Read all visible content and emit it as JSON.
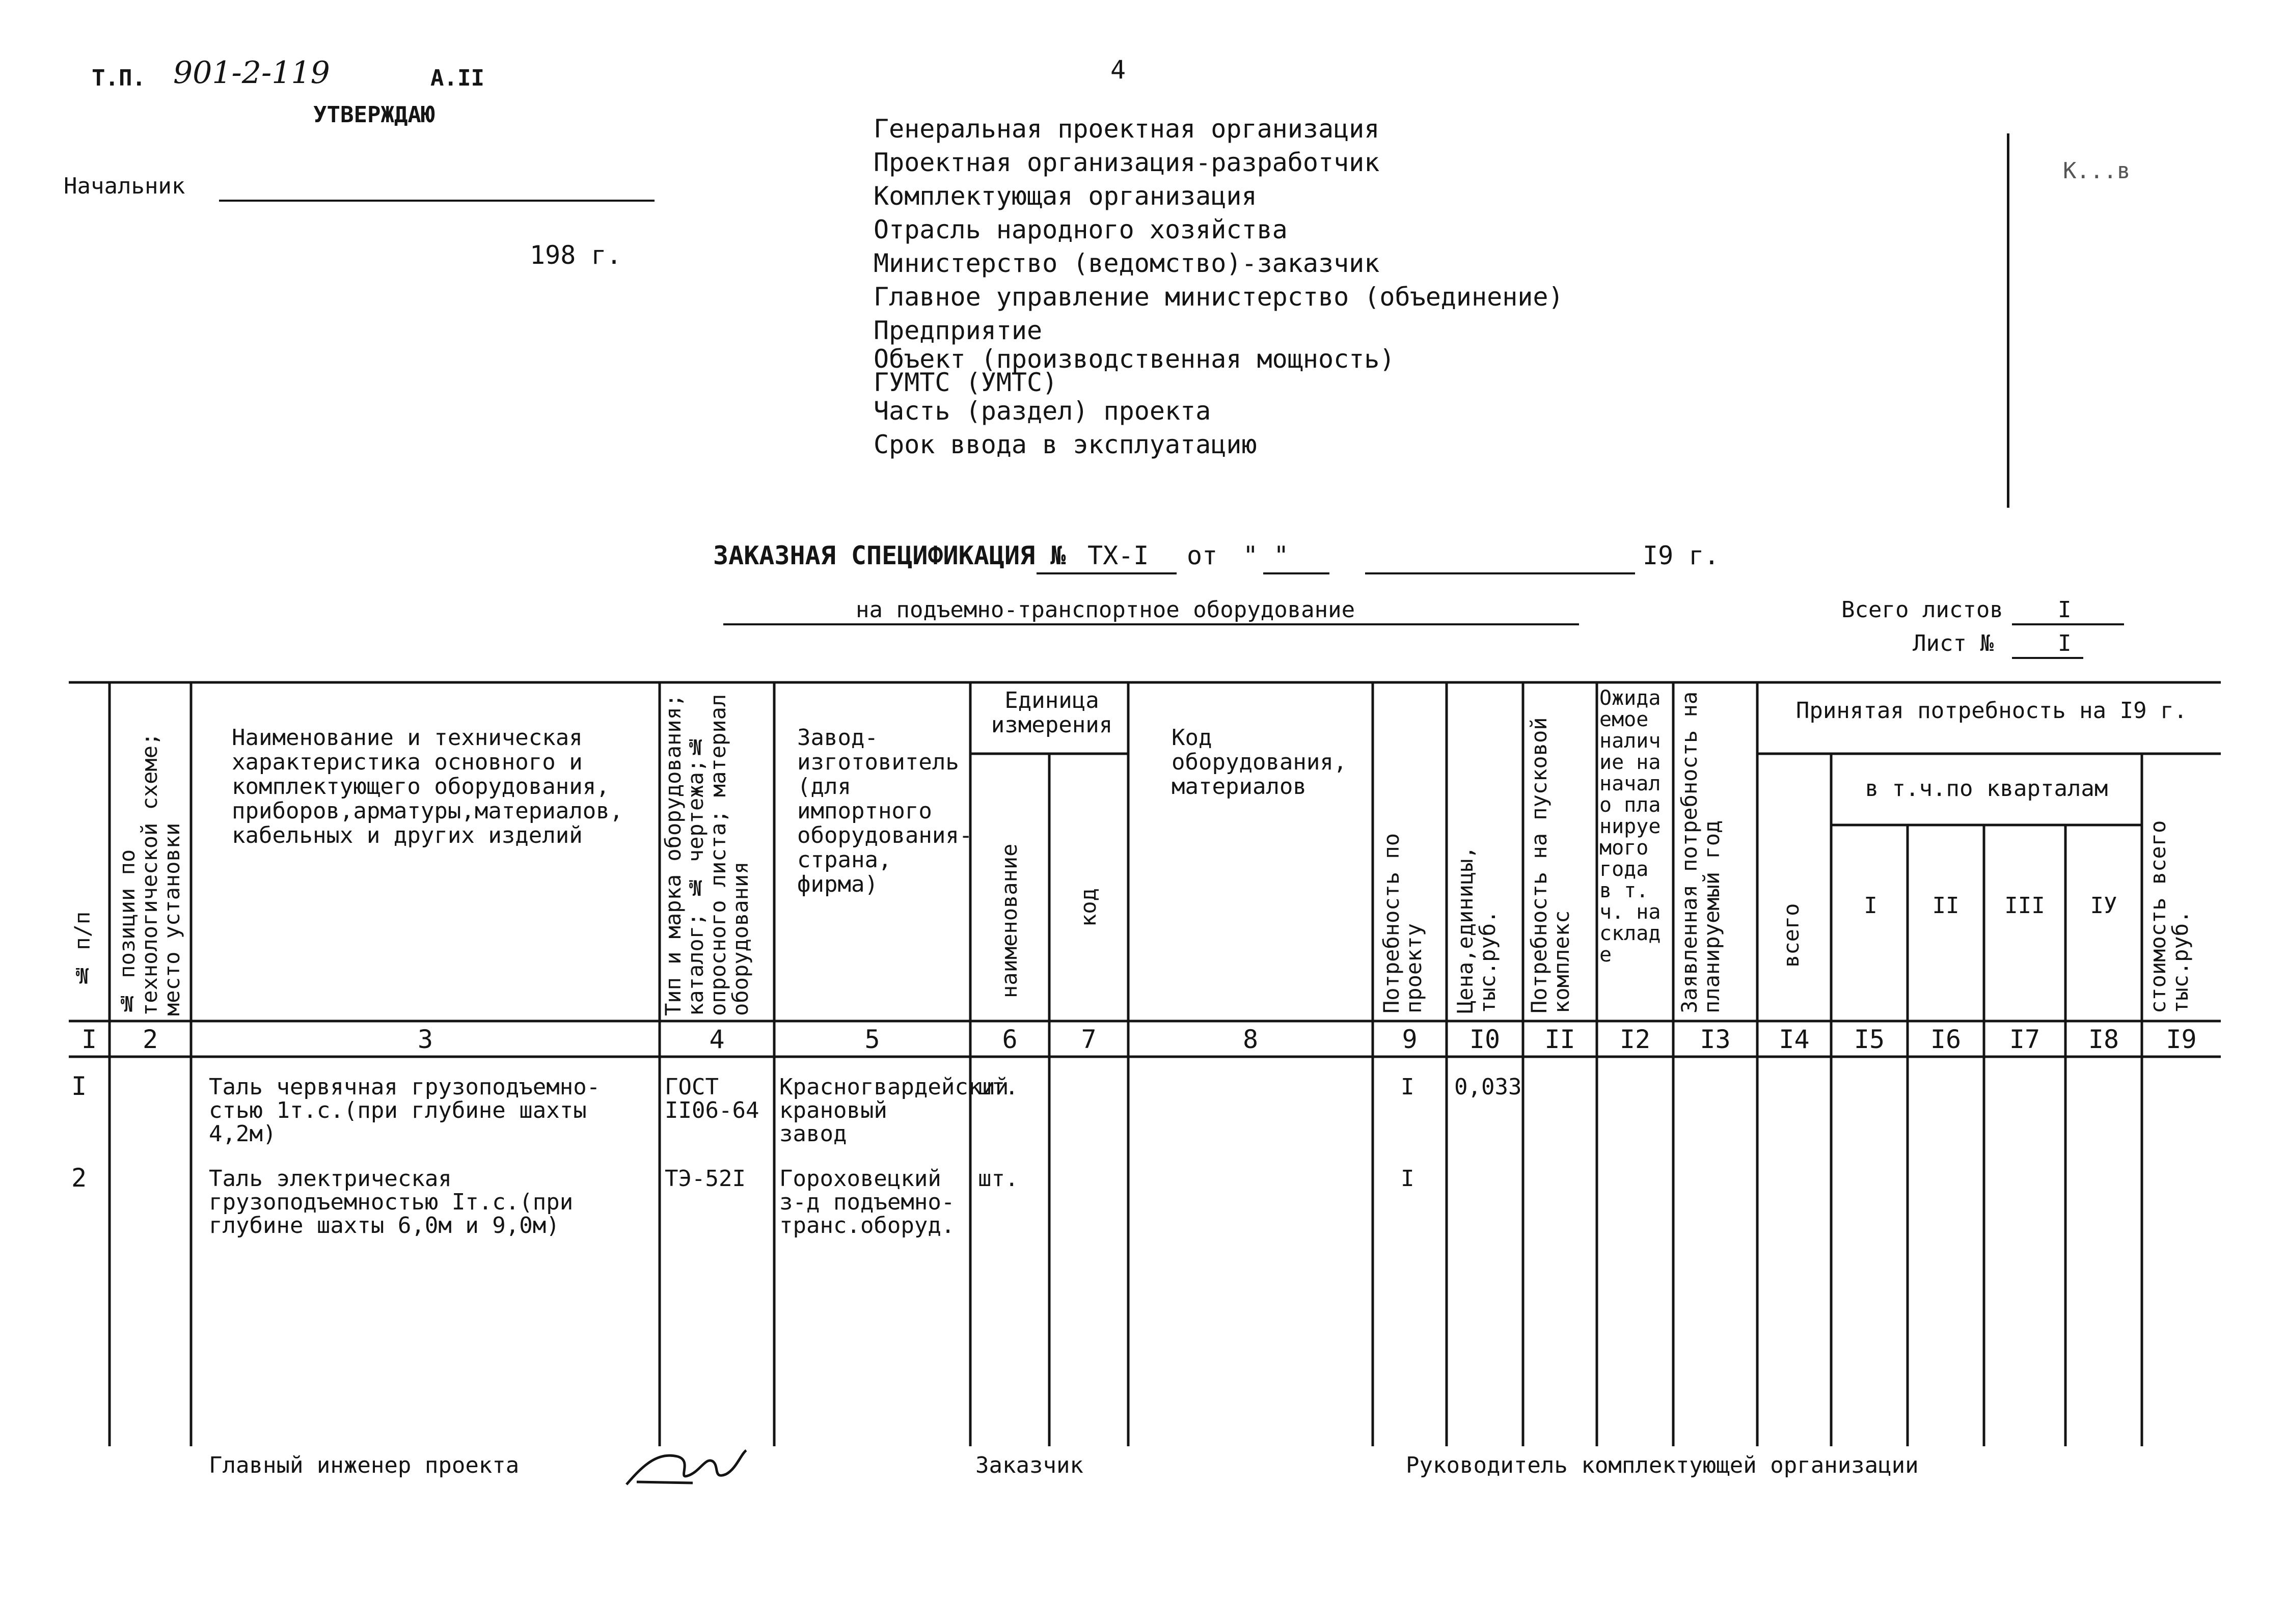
{
  "header": {
    "tp_label": "Т.П.",
    "tp_number": "901-2-119",
    "album": "А.II",
    "approve": "УТВЕРЖДАЮ",
    "chief_label": "Начальник",
    "year_label": "198   г.",
    "page_number": "4",
    "corner_mark": "К...в"
  },
  "orgs": [
    "Генеральная проектная организация",
    "Проектная организация-разработчик",
    "Комплектующая организация",
    "Отрасль народного хозяйства",
    "Министерство (ведомство)-заказчик",
    "Главное управление министерство (объединение)",
    "Предприятие",
    "Объект (производственная мощность)",
    "ГУМТС (УМТС)",
    "Часть (раздел) проекта",
    "Срок ввода в эксплуатацию"
  ],
  "spec": {
    "title": "ЗАКАЗНАЯ СПЕЦИФИКАЦИЯ №",
    "number": "ТХ-I",
    "from": "от",
    "quotes": "\"          \"",
    "year": "I9   г.",
    "subject": "на подъемно-транспортное оборудование",
    "total_sheets_label": "Всего листов",
    "total_sheets": "I",
    "sheet_label": "Лист №",
    "sheet": "I"
  },
  "columns": {
    "c1": "№ п/п",
    "c2": "№ позиции по технологической схеме; место установки",
    "c3": "Наименование и техническая характеристика основного и комплектующего оборудования, приборов,арматуры,материалов, кабельных и других изделий",
    "c4": "Тип и марка оборудования; каталог; № чертежа;№ опросного листа; материал оборудования",
    "c5": "Завод-изготовитель (для импортного оборудования-страна, фирма)",
    "c6_7": "Единица измерения",
    "c6": "наименование",
    "c7": "код",
    "c8": "Код оборудования, материалов",
    "c9": "Потребность по проекту",
    "c10": "Цена,единицы, тыс.руб.",
    "c11": "Потребность на пусковой комплекс",
    "c12": "Ожидаемое наличие на начало планируемого года в т.ч. на складе",
    "c13": "Заявленная потребность на планируемый год",
    "c14_19": "Принятая потребность на I9     г.",
    "c14": "всего",
    "c15_18": "в т.ч.по кварталам",
    "c15": "I",
    "c16": "II",
    "c17": "III",
    "c18": "IУ",
    "c19": "стоимость всего тыс.руб."
  },
  "col_numbers": [
    "I",
    "2",
    "3",
    "4",
    "5",
    "6",
    "7",
    "8",
    "9",
    "I0",
    "II",
    "I2",
    "I3",
    "I4",
    "I5",
    "I6",
    "I7",
    "I8",
    "I9"
  ],
  "rows": [
    {
      "num": "I",
      "name": "Таль червячная грузоподъемно-стью 1т.с.(при глубине шахты 4,2м)",
      "type": "ГОСТ II06-64",
      "maker": "Красногвардейский крановый завод",
      "unit": "шт.",
      "need": "I",
      "price": "0,033"
    },
    {
      "num": "2",
      "name": "Таль электрическая грузоподъемностью Iт.с.(при глубине шахты 6,0м и 9,0м)",
      "type": "ТЭ-52I",
      "maker": "Гороховецкий з-д подъемно-транс.оборуд.",
      "unit": "шт.",
      "need": "I",
      "price": ""
    }
  ],
  "footer": {
    "chief_engineer": "Главный инженер проекта",
    "customer": "Заказчик",
    "head_org": "Руководитель комплектующей организации"
  }
}
